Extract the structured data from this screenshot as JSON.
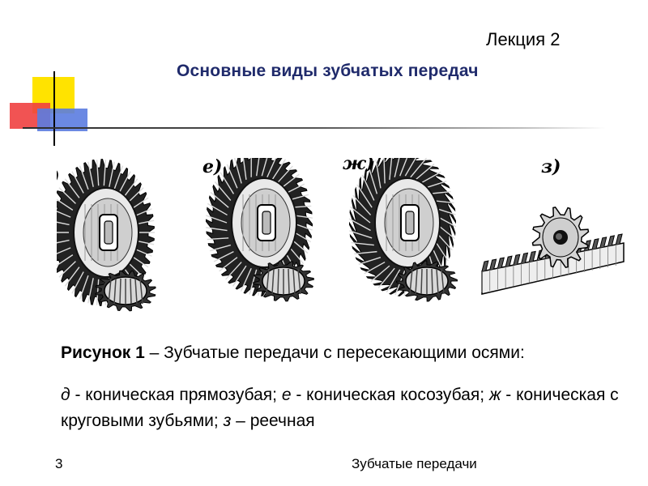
{
  "header": {
    "lecture": "Лекция 2",
    "title": "Основные виды зубчатых передач"
  },
  "figure": {
    "labels": [
      "д)",
      "е)",
      "ж)",
      "з)"
    ],
    "items": [
      {
        "label": "д)",
        "kind": "bevel-straight"
      },
      {
        "label": "е)",
        "kind": "bevel-helical"
      },
      {
        "label": "ж)",
        "kind": "bevel-spiral"
      },
      {
        "label": "з)",
        "kind": "rack-and-pinion"
      }
    ]
  },
  "caption": {
    "head_bold": "Рисунок 1",
    "head_rest": " – Зубчатые передачи с пересекающими осями:",
    "parts": [
      {
        "key": "д",
        "text": " - коническая прямозубая; "
      },
      {
        "key": "е",
        "text": " - коническая косозубая; "
      },
      {
        "key": "ж",
        "text": " - коническая с круговыми зубьями; "
      },
      {
        "key": "з",
        "text": " – реечная"
      }
    ]
  },
  "footer": {
    "page": "3",
    "title": "Зубчатые передачи"
  },
  "colors": {
    "title": "#1f2a6b",
    "deco_yellow": "#ffe300",
    "deco_red": "#f04040",
    "deco_blue": "#5b7ce0"
  }
}
